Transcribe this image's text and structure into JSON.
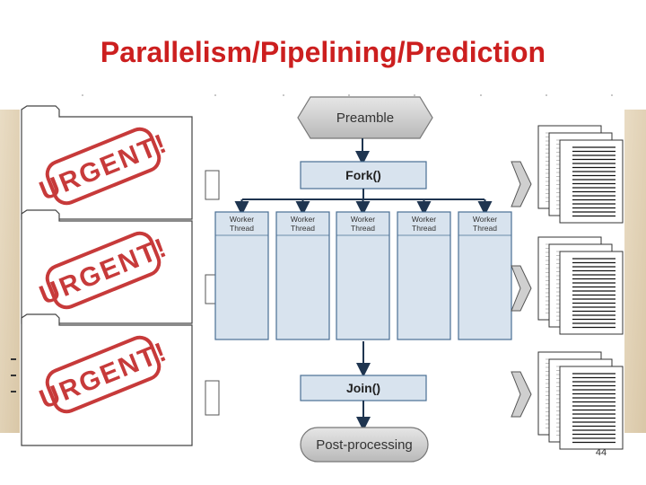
{
  "slide": {
    "title": "Parallelism/Pipelining/Prediction",
    "page_number": "44"
  },
  "stamps": [
    "URGENT!",
    "URGENT!",
    "URGENT!"
  ],
  "diagram": {
    "preamble": "Preamble",
    "fork": "Fork()",
    "workers": [
      [
        "Worker",
        "Thread"
      ],
      [
        "Worker",
        "Thread"
      ],
      [
        "Worker",
        "Thread"
      ],
      [
        "Worker",
        "Thread"
      ],
      [
        "Worker",
        "Thread"
      ]
    ],
    "join": "Join()",
    "post": "Post-processing"
  },
  "colors": {
    "title": "#cc1f1f",
    "stamp": "#c73a3a",
    "box_fill": "#d8e3ee",
    "box_stroke": "#4a6f94",
    "arrow": "#1f3550"
  }
}
